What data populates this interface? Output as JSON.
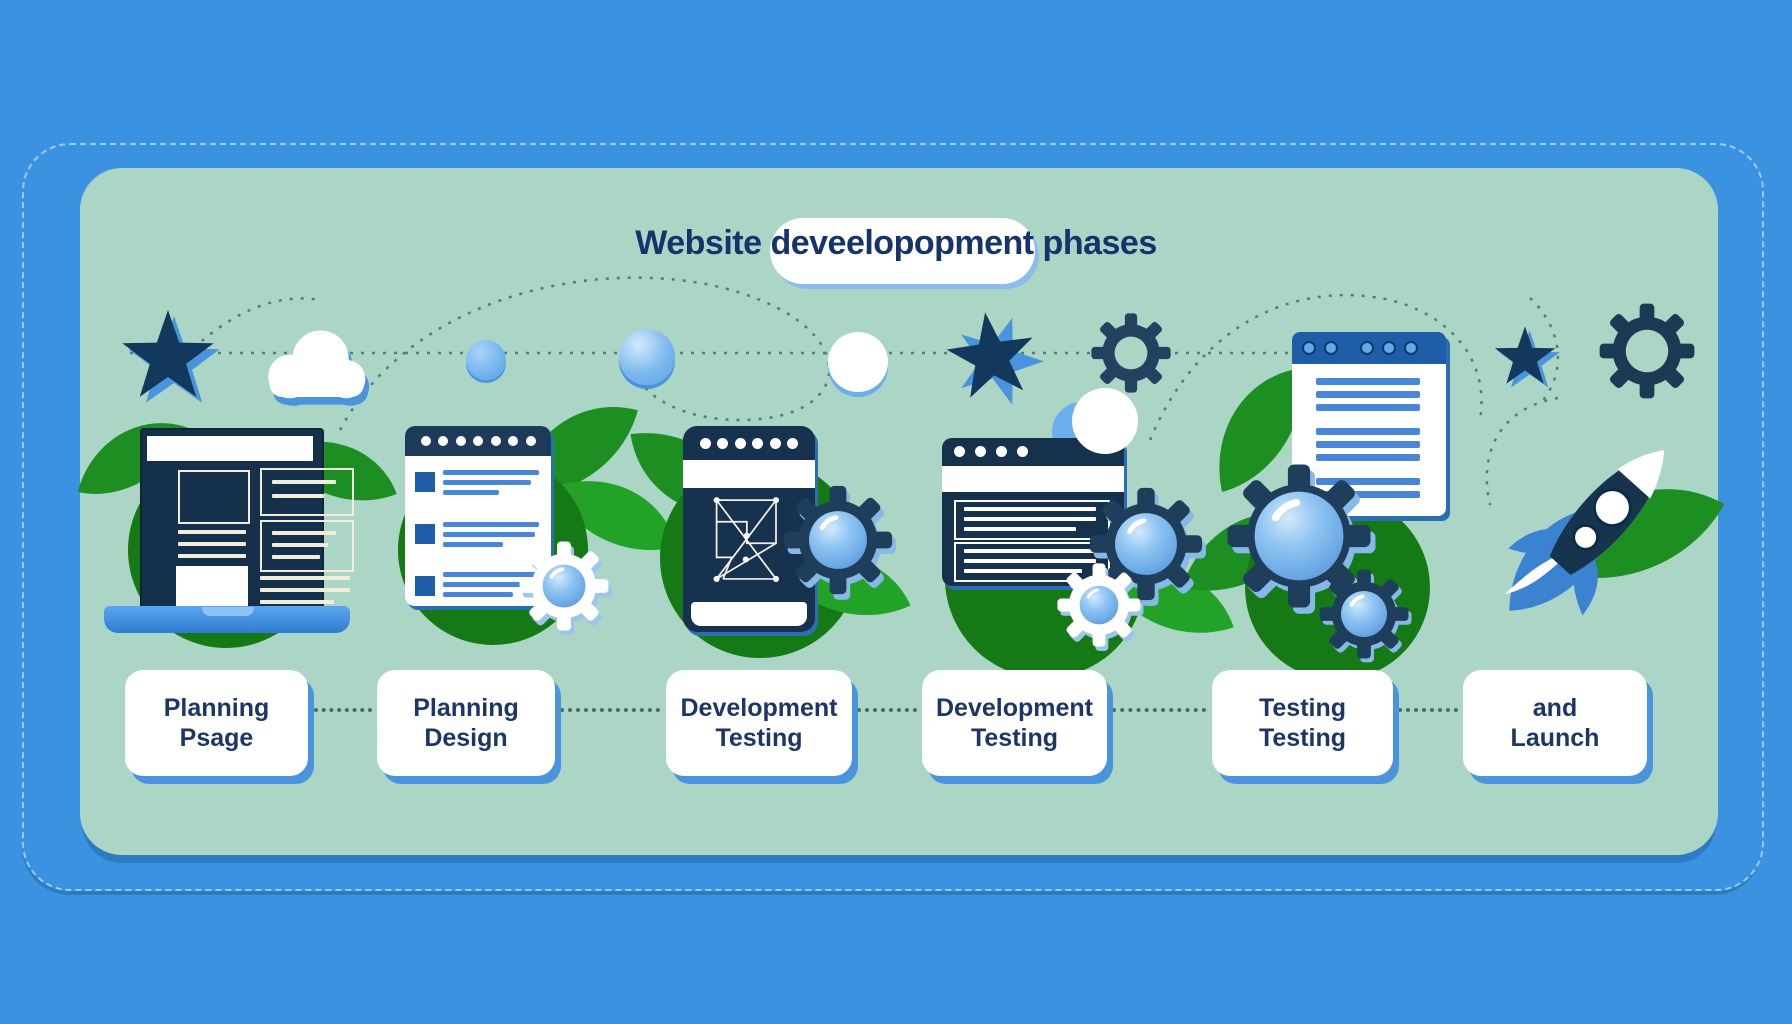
{
  "title": {
    "text": "Website deveelopopment phases"
  },
  "stages": [
    {
      "name": "planning",
      "label_line1": "Planning",
      "label_line2": "Psage",
      "icon": "laptop-wireframe-icon"
    },
    {
      "name": "design",
      "label_line1": "Planning",
      "label_line2": "Design",
      "icon": "checklist-document-icon"
    },
    {
      "name": "development",
      "label_line1": "Development",
      "label_line2": "Testing",
      "icon": "mobile-wireframe-gear-icon"
    },
    {
      "name": "development-2",
      "label_line1": "Development",
      "label_line2": "Testing",
      "icon": "browser-window-gears-icon"
    },
    {
      "name": "testing",
      "label_line1": "Testing",
      "label_line2": "Testing",
      "icon": "document-gears-icon"
    },
    {
      "name": "launch",
      "label_line1": "and",
      "label_line2": "Launch",
      "icon": "rocket-icon"
    }
  ],
  "decorative_icons": [
    "star-icon",
    "cloud-icon",
    "dot-circle-icon",
    "sphere-icon",
    "circle-icon",
    "star-icon",
    "gear-icon",
    "star-icon",
    "gear-icon"
  ],
  "colors": {
    "background_blue": "#3b92e0",
    "panel_mint": "#abd6c6",
    "navy": "#15314b",
    "title_navy": "#16346b",
    "label_navy": "#1c3667",
    "shadow_blue": "#4a94dd",
    "sphere_blue": "#7ab8ed",
    "leaf_green": "#1d8f22",
    "doc_line_blue": "#4a86d8",
    "checkbox_blue": "#1f5da8"
  }
}
